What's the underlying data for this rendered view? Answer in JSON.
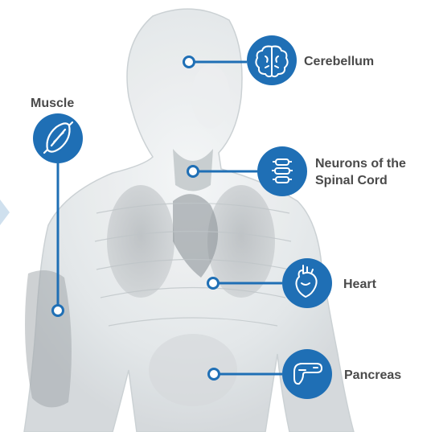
{
  "colors": {
    "accent": "#1f6fb5",
    "connector": "#1f6fb5",
    "label_text": "#4a4a4a",
    "icon_stroke": "#ffffff"
  },
  "labels": {
    "muscle": "Muscle",
    "cerebellum": "Cerebellum",
    "neurons": "Neurons of the\nSpinal Cord",
    "heart": "Heart",
    "pancreas": "Pancreas"
  },
  "icons": {
    "muscle": "muscle-icon",
    "cerebellum": "brain-icon",
    "neurons": "spine-icon",
    "heart": "heart-icon",
    "pancreas": "pancreas-icon"
  }
}
